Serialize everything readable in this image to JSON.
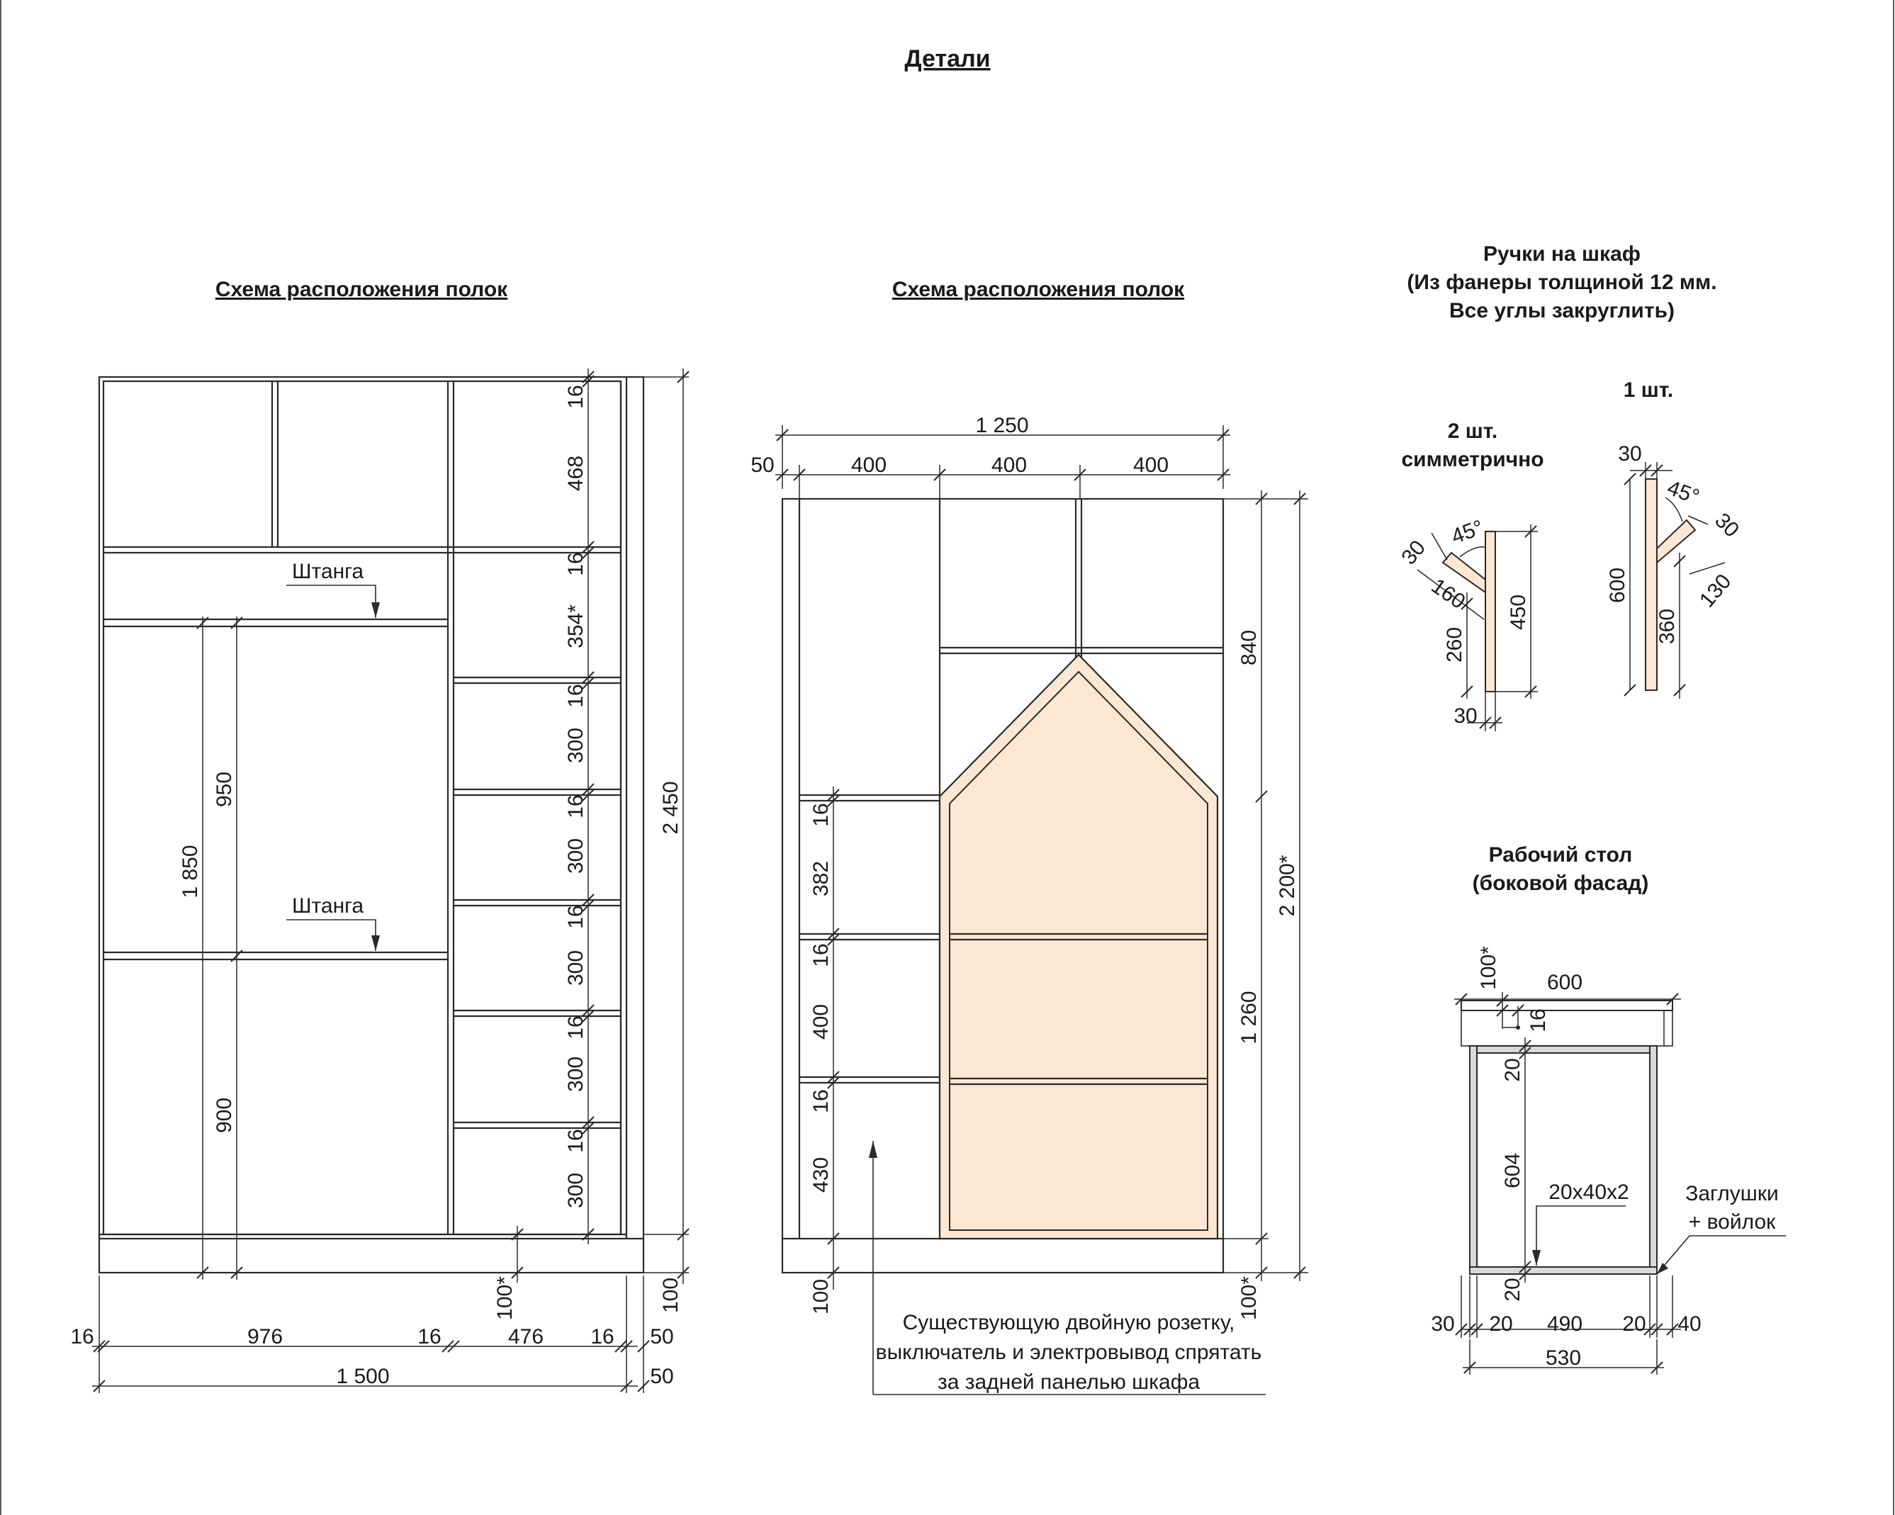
{
  "title": "Детали",
  "wardrobe1": {
    "heading": "Схема расположения полок",
    "rod_label_1": "Штанга",
    "rod_label_2": "Штанга",
    "right_dims": [
      "16",
      "468",
      "16",
      "354*",
      "16",
      "300",
      "16",
      "300",
      "16",
      "300",
      "16",
      "300",
      "16",
      "300"
    ],
    "overall_height": "2 450",
    "rod_heights": {
      "upper": "950",
      "lower": "900",
      "total": "1 850"
    },
    "plinth_dims": {
      "inner": "100*",
      "outer": "100"
    },
    "bottom_row": [
      "16",
      "976",
      "16",
      "476",
      "16",
      "50"
    ],
    "overall_width": "1 500",
    "overall_offset": "50"
  },
  "wardrobe2": {
    "heading": "Схема расположения полок",
    "top_total": "1 250",
    "top_left_offset": "50",
    "top_sections": [
      "400",
      "400",
      "400"
    ],
    "left_dims": [
      "16",
      "382",
      "16",
      "400",
      "16",
      "430"
    ],
    "plinth_left": "100",
    "right_dims": {
      "upper": "840",
      "lower": "1 260",
      "plinth": "100*"
    },
    "overall_height": "2 200*",
    "note_lines": [
      "Существующую двойную розетку,",
      "выключатель и электровывод спрятать",
      "за задней панелью шкафа"
    ]
  },
  "handles": {
    "heading_lines": [
      "Ручки на шкаф",
      "(Из фанеры толщиной 12 мм.",
      "Все углы закруглить)"
    ],
    "left": {
      "qty_lines": [
        "2 шт.",
        "симметрично"
      ],
      "dims": {
        "branch_width": "30",
        "angle": "45°",
        "branch_length": "160",
        "lower": "260",
        "height": "450",
        "bottom_width": "30"
      }
    },
    "right": {
      "qty": "1 шт.",
      "dims": {
        "top_width": "30",
        "angle": "45°",
        "branch_width": "30",
        "height": "600",
        "lower": "360",
        "branch_length": "130"
      }
    }
  },
  "desk": {
    "heading_lines": [
      "Рабочий стол",
      "(боковой фасад)"
    ],
    "dims": {
      "top_width": "600",
      "top_thickness": "100*",
      "top_board": "16",
      "frame_top": "20",
      "leg_height": "604",
      "frame_bottom": "20",
      "profile": "20x40x2",
      "bottom_row": [
        "30",
        "20",
        "490",
        "20",
        "40"
      ],
      "inner_width": "530"
    },
    "plug_label_lines": [
      "Заглушки",
      "+ войлок"
    ]
  }
}
